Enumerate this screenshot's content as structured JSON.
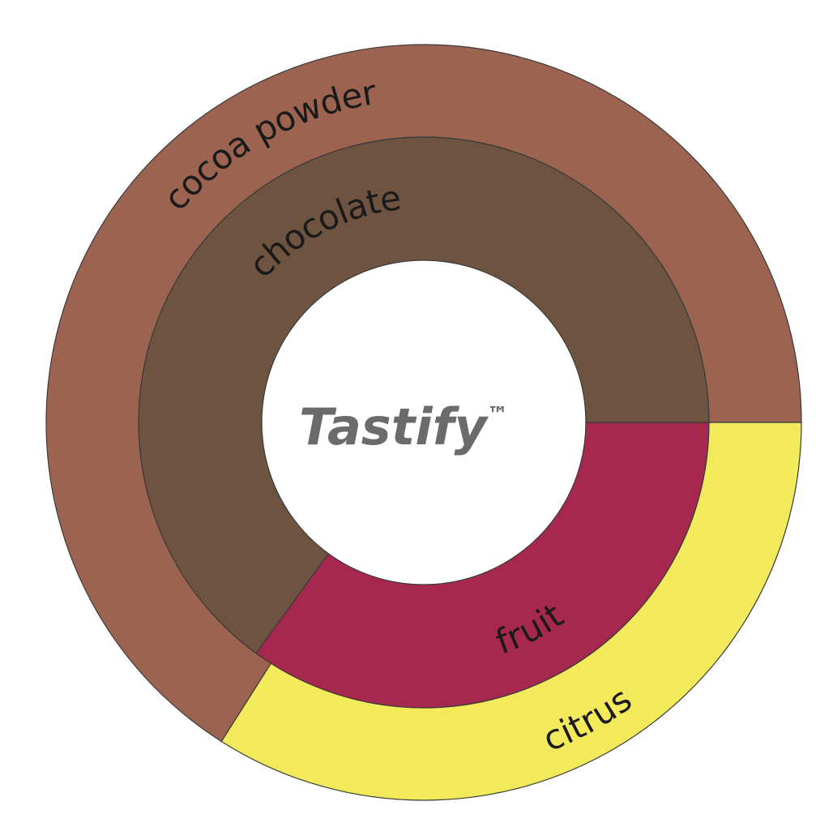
{
  "chart_data": {
    "type": "sunburst",
    "center_label": "Tastify",
    "center_mark": "™",
    "start_angle_deg": 0,
    "direction": "counterclockwise",
    "rings": [
      {
        "name": "",
        "segments": [
          {
            "label": "chocolate",
            "value": 65,
            "color": "#6e5440"
          },
          {
            "label": "fruit",
            "value": 35,
            "color": "#a6284f"
          }
        ]
      },
      {
        "name": "",
        "segments": [
          {
            "label": "cocoa powder",
            "value": 66,
            "color": "#9c6450"
          },
          {
            "label": "citrus",
            "value": 34,
            "color": "#f2ea5a"
          }
        ]
      }
    ]
  }
}
